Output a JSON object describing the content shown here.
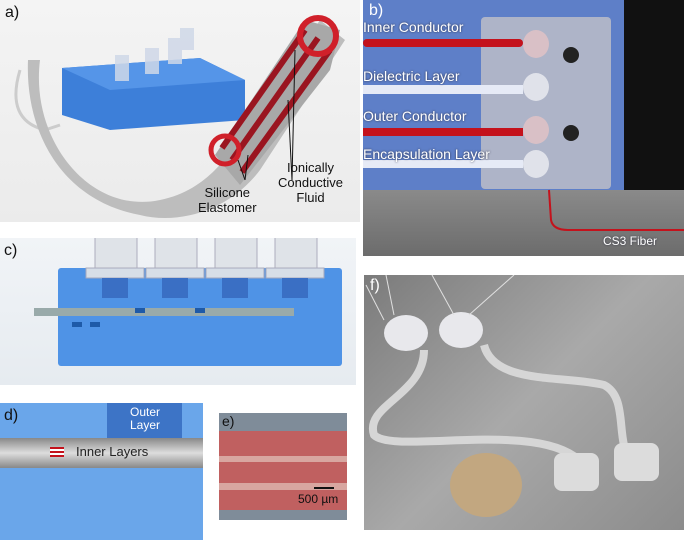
{
  "figure": {
    "panels": [
      {
        "id": "a",
        "label": "a)",
        "annotations": [
          "Silicone Elastomer",
          "Ionically Conductive Fluid"
        ]
      },
      {
        "id": "b",
        "label": "b)",
        "annotations": [
          "Inner Conductor",
          "Dielectric Layer",
          "Outer Conductor",
          "Encapsulation Layer",
          "CS3 Fiber"
        ]
      },
      {
        "id": "c",
        "label": "c)"
      },
      {
        "id": "d",
        "label": "d)",
        "annotations": [
          "Outer Layer",
          "Inner Layers"
        ]
      },
      {
        "id": "e",
        "label": "e)",
        "scale_bar": "500 µm"
      },
      {
        "id": "f",
        "label": "f)"
      }
    ]
  },
  "a": {
    "label": "a)",
    "silicone_line1": "Silicone",
    "silicone_line2": "Elastomer",
    "fluid_line1": "Ionically",
    "fluid_line2": "Conductive",
    "fluid_line3": "Fluid"
  },
  "b": {
    "label": "b)",
    "inner": "Inner Conductor",
    "dielectric": "Dielectric Layer",
    "outer": "Outer Conductor",
    "encap": "Encapsulation Layer",
    "fiber": "CS3 Fiber"
  },
  "c": {
    "label": "c)"
  },
  "d": {
    "label": "d)",
    "outer1": "Outer",
    "outer2": "Layer",
    "inner": "Inner Layers"
  },
  "e": {
    "label": "e)",
    "scale": "500 µm"
  },
  "f": {
    "label": "f)"
  },
  "colors": {
    "block_blue": "#4a8fe0",
    "fluid_red": "#b01820",
    "tube_gray": "#a8a8a8"
  }
}
